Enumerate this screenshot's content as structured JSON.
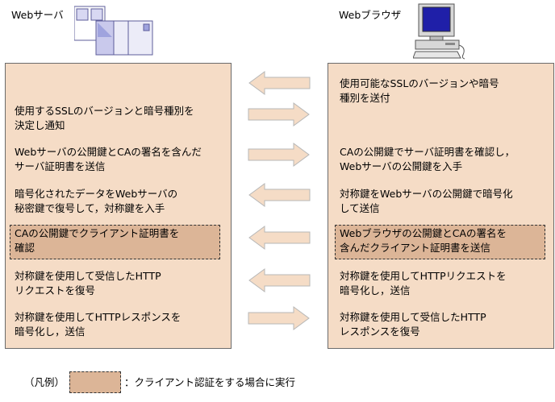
{
  "server": {
    "title": "Webサーバ",
    "steps": [
      {
        "line1": "使用するSSLのバージョンと暗号種別を",
        "line2": "決定し通知"
      },
      {
        "line1": "Webサーバの公開鍵とCAの署名を含んだ",
        "line2": "サーバ証明書を送信"
      },
      {
        "line1": "暗号化されたデータをWebサーバの",
        "line2": "秘密鍵で復号して，対称鍵を入手"
      },
      {
        "line1": "CAの公開鍵でクライアント証明書を",
        "line2": "確認"
      },
      {
        "line1": "対称鍵を使用して受信したHTTP",
        "line2": "リクエストを復号"
      },
      {
        "line1": "対称鍵を使用してHTTPレスポンスを",
        "line2": "暗号化し，送信"
      }
    ]
  },
  "browser": {
    "title": "Webブラウザ",
    "steps": [
      {
        "line1": "使用可能なSSLのバージョンや暗号",
        "line2": "種別を送付"
      },
      {
        "line1": "CAの公開鍵でサーバ証明書を確認し，",
        "line2": "Webサーバの公開鍵を入手"
      },
      {
        "line1": "対称鍵をWebサーバの公開鍵で暗号化",
        "line2": "して送信"
      },
      {
        "line1": "Webブラウザの公開鍵とCAの署名を",
        "line2": "含んだクライアント証明書を送信"
      },
      {
        "line1": "対称鍵を使用してHTTPリクエストを",
        "line2": "暗号化し，送信"
      },
      {
        "line1": "対称鍵を使用して受信したHTTP",
        "line2": "レスポンスを復号"
      }
    ]
  },
  "arrows": [
    "left",
    "right",
    "right",
    "left",
    "left",
    "left",
    "right"
  ],
  "legend": {
    "prefix": "（凡例）",
    "description": "：クライアント認証をする場合に実行"
  }
}
